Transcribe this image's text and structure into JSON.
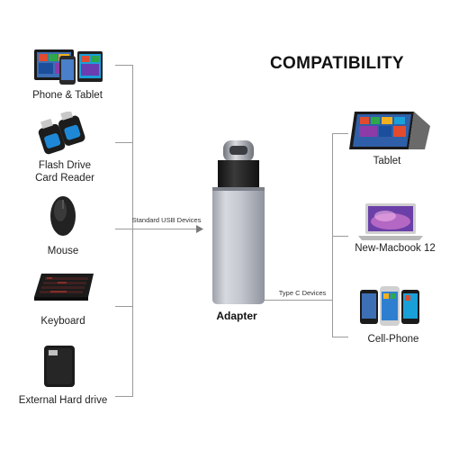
{
  "title": "COMPATIBILITY",
  "left_devices": [
    {
      "name": "phone-tablet",
      "label": "Phone & Tablet",
      "icon": "phone-tablet-icon"
    },
    {
      "name": "flash-drive-card-reader",
      "label_line1": "Flash Drive",
      "label_line2": "Card Reader",
      "icon": "flash-drive-icon"
    },
    {
      "name": "mouse",
      "label": "Mouse",
      "icon": "mouse-icon"
    },
    {
      "name": "keyboard",
      "label": "Keyboard",
      "icon": "keyboard-icon"
    },
    {
      "name": "external-hard-drive",
      "label": "External Hard drive",
      "icon": "hard-drive-icon"
    }
  ],
  "right_devices": [
    {
      "name": "tablet",
      "label": "Tablet",
      "icon": "tablet-icon"
    },
    {
      "name": "new-macbook-12",
      "label": "New-Macbook 12",
      "icon": "laptop-icon"
    },
    {
      "name": "cell-phone",
      "label": "Cell-Phone",
      "icon": "cell-phone-icon"
    }
  ],
  "left_connector_label": "Standard USB Devices",
  "right_connector_label": "Type C Devices",
  "center_label": "Adapter",
  "colors": {
    "line": "#9a9a9a",
    "adapter_body": "#b9bcc6",
    "connector": "#1c1c1c",
    "accent_blue": "#1e88d6"
  }
}
